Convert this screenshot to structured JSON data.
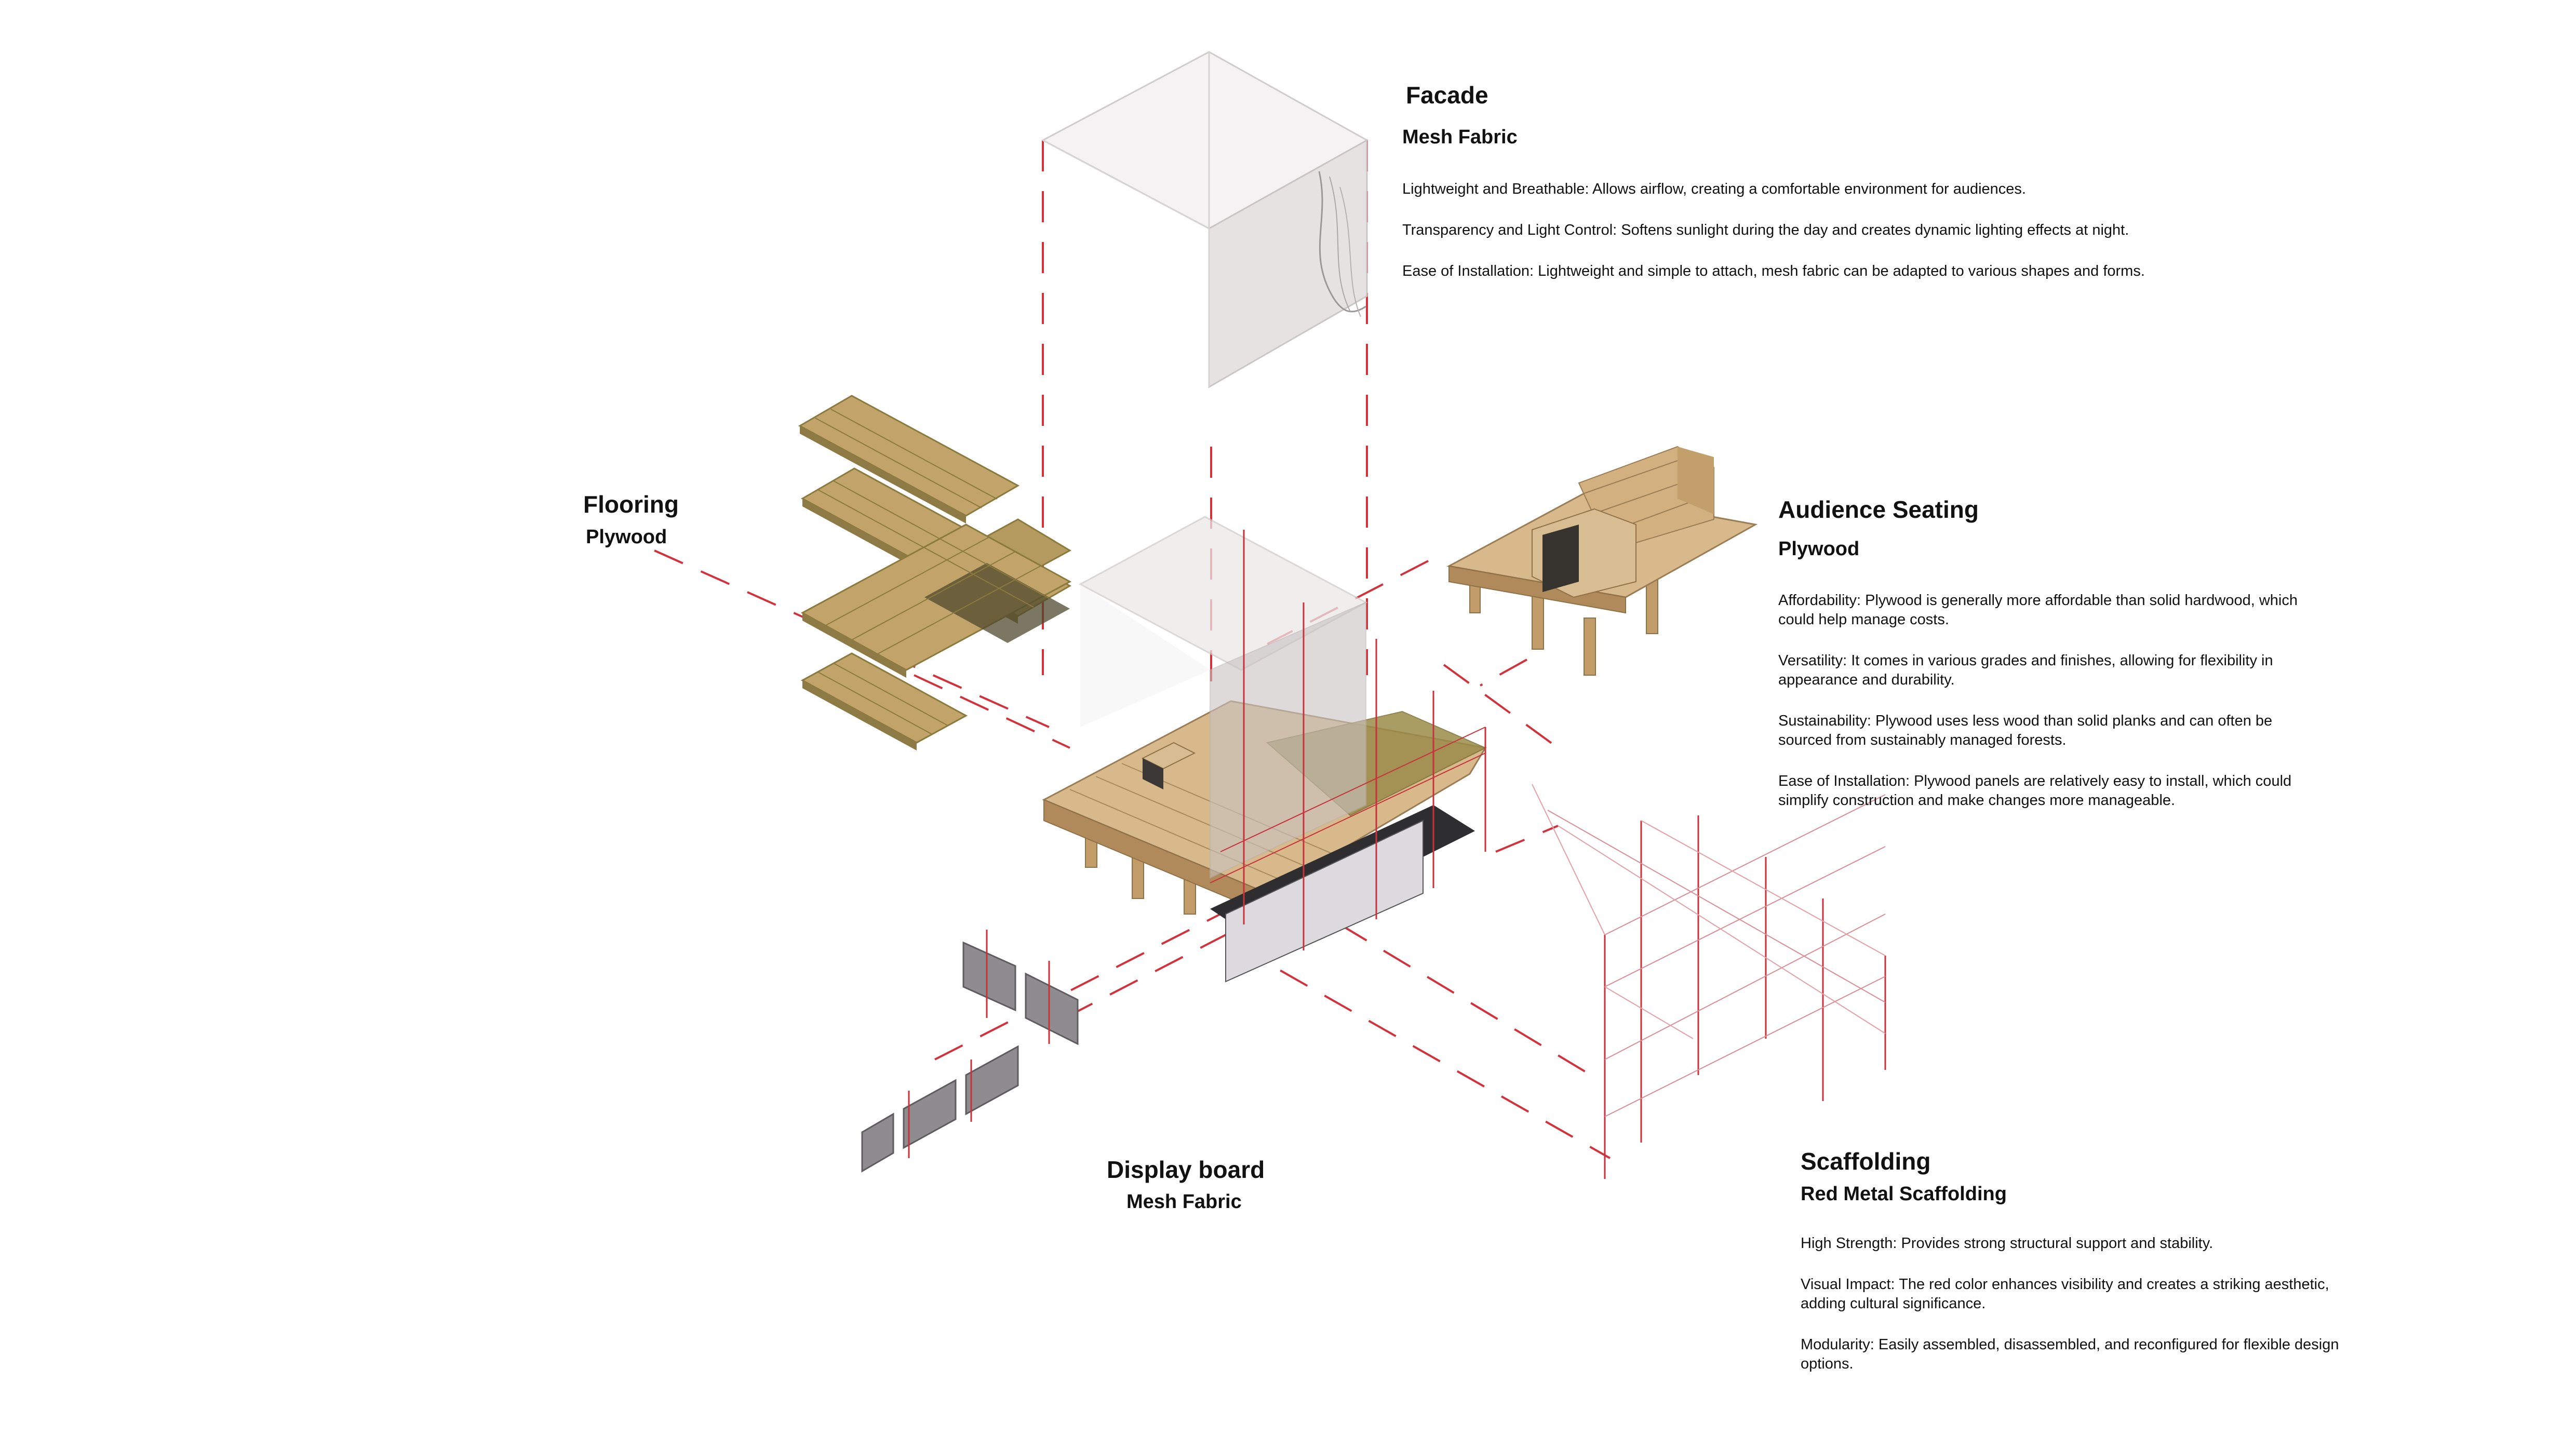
{
  "facade": {
    "title": "Facade",
    "material": "Mesh Fabric",
    "notes": [
      "Lightweight and Breathable: Allows airflow, creating a comfortable environment for audiences.",
      "Transparency and Light Control: Softens sunlight during the day and creates dynamic lighting effects at night.",
      "Ease of Installation: Lightweight and simple to attach, mesh fabric can be adapted to various shapes and forms."
    ]
  },
  "flooring": {
    "title": "Flooring",
    "material": "Plywood"
  },
  "seating": {
    "title": "Audience Seating",
    "material": "Plywood",
    "notes": [
      "Affordability: Plywood is generally more affordable than solid hardwood, which could help manage costs.",
      "Versatility: It comes in various grades and finishes, allowing for flexibility in appearance and durability.",
      "Sustainability: Plywood uses less wood than solid planks and can often be sourced from sustainably managed forests.",
      "Ease of Installation: Plywood panels are relatively easy to install, which could simplify construction and make changes more manageable."
    ]
  },
  "display": {
    "title": "Display board",
    "material": "Mesh Fabric"
  },
  "scaffolding": {
    "title": "Scaffolding",
    "material": "Red Metal Scaffolding",
    "notes": [
      "High Strength: Provides strong structural support and stability.",
      "Visual Impact: The red color enhances visibility and creates a striking aesthetic, adding cultural significance.",
      "Modularity: Easily assembled, disassembled, and reconfigured for flexible design options."
    ]
  },
  "colors": {
    "wood": "#c9a877",
    "wood_dark": "#8b7a3e",
    "scaffold_red": "#c8323c",
    "mesh": "#e6e2e2",
    "panel_grey": "#8e8c8f"
  }
}
